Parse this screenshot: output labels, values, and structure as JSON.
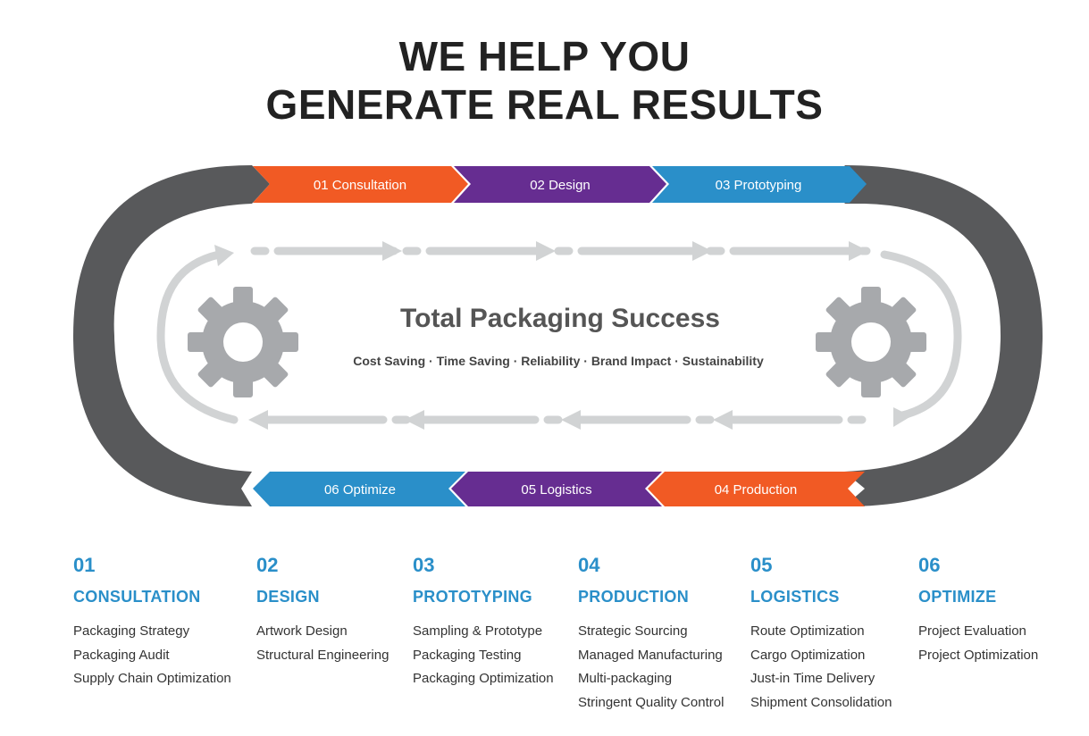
{
  "title": {
    "line1": "WE HELP YOU",
    "line2": "GENERATE REAL RESULTS"
  },
  "center": {
    "title": "Total Packaging Success",
    "subtitle": "Cost Saving · Time Saving · Reliability · Brand Impact · Sustainability"
  },
  "colors": {
    "orange": "#f15a24",
    "purple": "#662d91",
    "blue": "#2a8fc9",
    "track": "#58595b",
    "gear": "#a7a9ac",
    "arrow": "#d1d3d4"
  },
  "chevrons": [
    "01 Consultation",
    "02 Design",
    "03 Prototyping",
    "04 Production",
    "05 Logistics",
    "06 Optimize"
  ],
  "steps": [
    {
      "num": "01",
      "heading": "CONSULTATION",
      "items": [
        "Packaging Strategy",
        "Packaging Audit",
        "Supply Chain Optimization"
      ]
    },
    {
      "num": "02",
      "heading": "DESIGN",
      "items": [
        "Artwork Design",
        "Structural Engineering"
      ]
    },
    {
      "num": "03",
      "heading": "PROTOTYPING",
      "items": [
        "Sampling & Prototype",
        "Packaging Testing",
        "Packaging Optimization"
      ]
    },
    {
      "num": "04",
      "heading": "PRODUCTION",
      "items": [
        "Strategic Sourcing",
        "Managed Manufacturing",
        "Multi-packaging",
        "Stringent Quality Control"
      ]
    },
    {
      "num": "05",
      "heading": "LOGISTICS",
      "items": [
        "Route Optimization",
        "Cargo Optimization",
        "Just-in Time Delivery",
        "Shipment Consolidation"
      ]
    },
    {
      "num": "06",
      "heading": "OPTIMIZE",
      "items": [
        "Project Evaluation",
        "Project Optimization"
      ]
    }
  ]
}
